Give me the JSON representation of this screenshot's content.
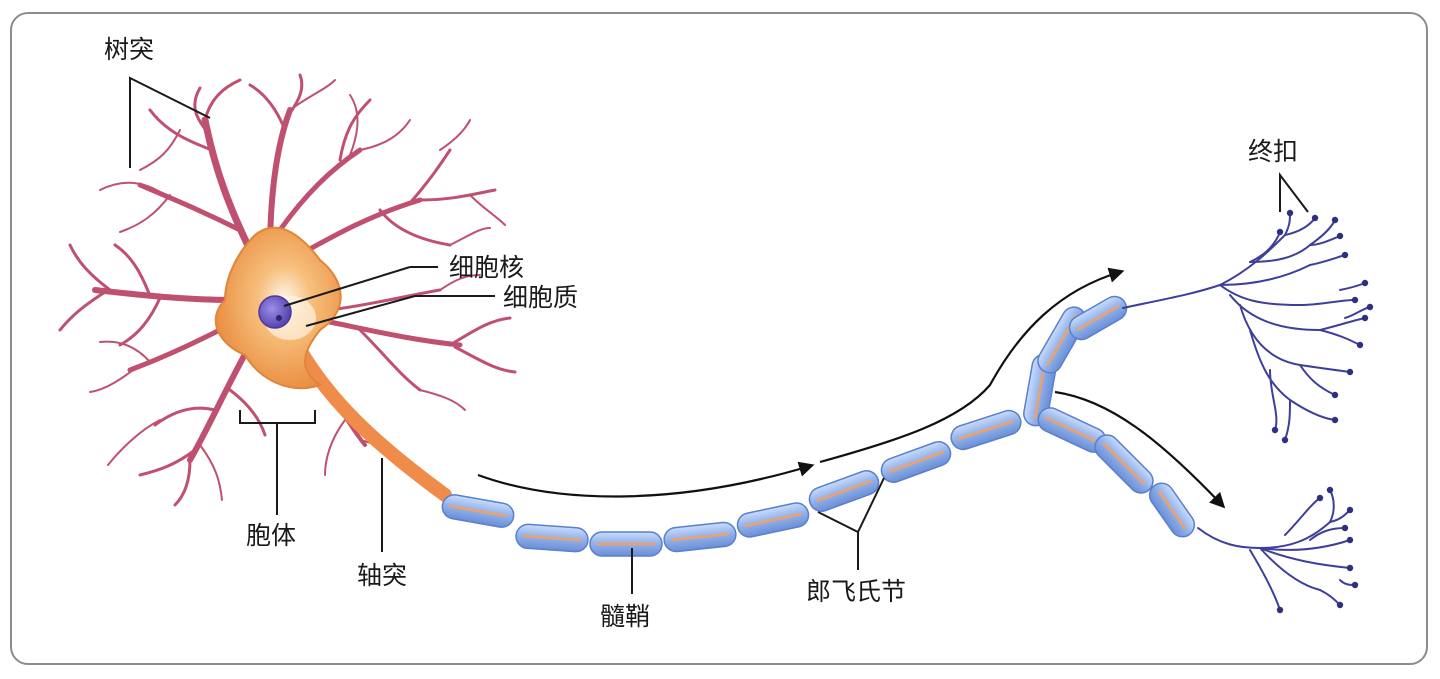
{
  "labels": {
    "dendrite": "树突",
    "nucleus": "细胞核",
    "cytoplasm": "细胞质",
    "cell_body": "胞体",
    "axon": "轴突",
    "myelin_sheath": "髓鞘",
    "node_of_ranvier": "郎飞氏节",
    "terminal_button": "终扣"
  },
  "colors": {
    "dendrite_pink": "#c0506f",
    "soma_orange": "#f2a14e",
    "nucleus_purple": "#6c5cc4",
    "myelin_blue": "#8eb2e8",
    "terminal_indigo": "#3d3f9a",
    "arrow": "#111111"
  }
}
